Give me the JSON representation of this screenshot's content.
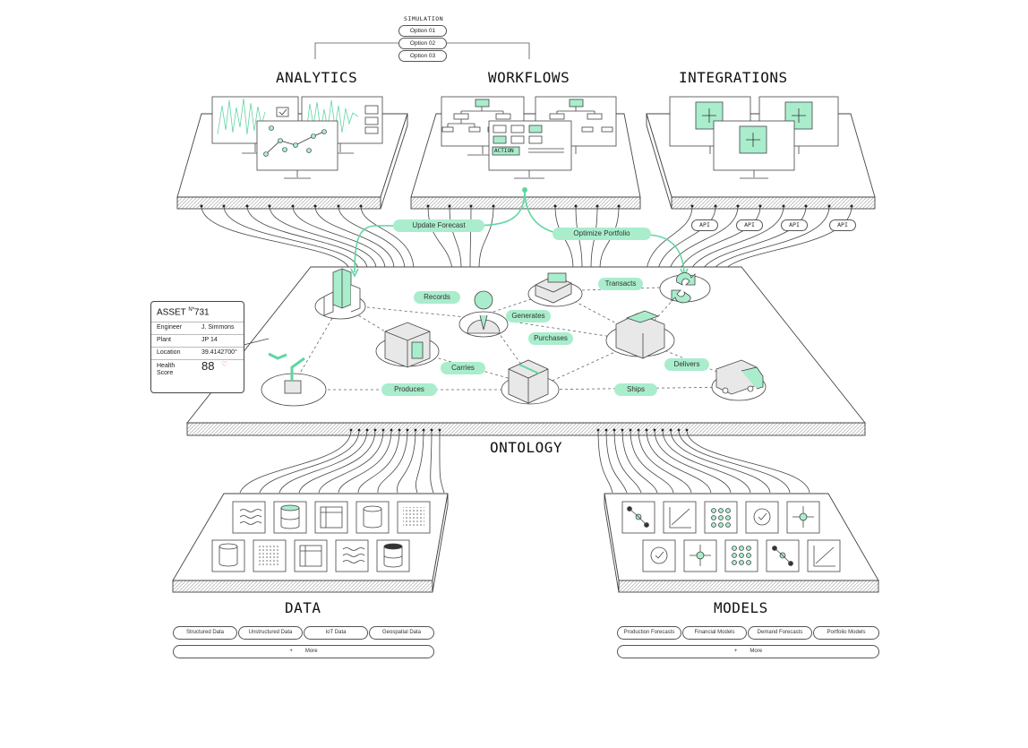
{
  "simulation": {
    "label": "SIMULATION",
    "options": [
      "Option 01",
      "Option 02",
      "Option 03"
    ]
  },
  "sections": {
    "analytics": "ANALYTICS",
    "workflows": "WORKFLOWS",
    "integrations": "INTEGRATIONS",
    "ontology": "ONTOLOGY",
    "data": "DATA",
    "models": "MODELS"
  },
  "workflow_action_label": "ACTION",
  "api_labels": [
    "API",
    "API",
    "API",
    "API"
  ],
  "actions": {
    "update_forecast": "Update Forecast",
    "optimize_portfolio": "Optimize Portfolio"
  },
  "relations": {
    "records": "Records",
    "generates": "Generates",
    "transacts": "Transacts",
    "purchases": "Purchases",
    "carries": "Carries",
    "delivers": "Delivers",
    "produces": "Produces",
    "ships": "Ships"
  },
  "asset_card": {
    "title": "ASSET",
    "number_prefix": "Nº",
    "number": "731",
    "engineer_label": "Engineer",
    "engineer_value": "J. Simmons",
    "plant_label": "Plant",
    "plant_value": "JP 14",
    "location_label": "Location",
    "location_value": "39.4142700°",
    "health_label_1": "Health",
    "health_label_2": "Score",
    "health_value": "88"
  },
  "data_types": [
    "Structured Data",
    "Unstructured Data",
    "IoT Data",
    "Geospatial Data"
  ],
  "data_more": "More",
  "model_types": [
    "Production Forecasts",
    "Financial Models",
    "Demand Forecasts",
    "Portfolio Models"
  ],
  "models_more": "More",
  "colors": {
    "accent": "#a9edcd",
    "accent_dark": "#5fd6a2",
    "line": "#333333"
  }
}
